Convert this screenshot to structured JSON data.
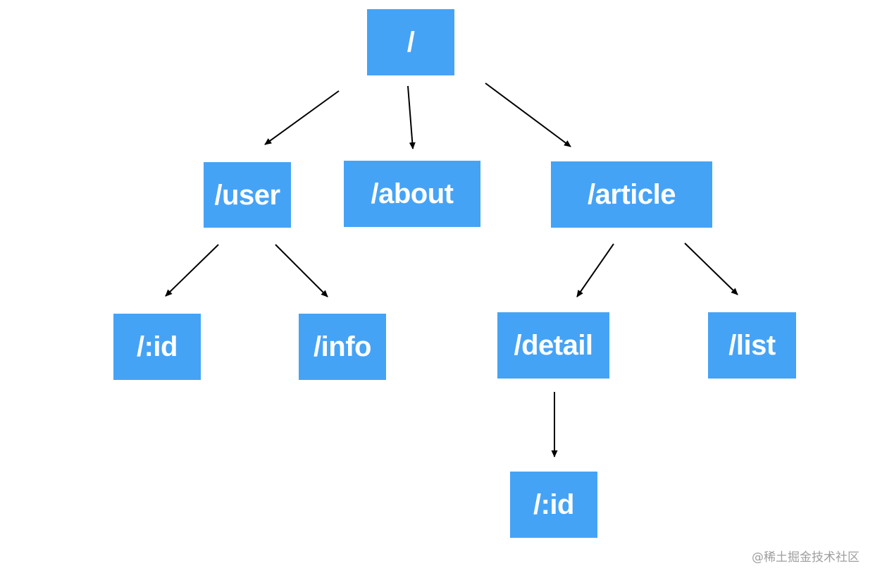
{
  "colors": {
    "node_fill": "#45a3f6",
    "node_text": "#ffffff",
    "arrow": "#000000",
    "watermark": "#9e9e9e"
  },
  "tree": {
    "root": "/",
    "level1": {
      "user": "/user",
      "about": "/about",
      "article": "/article"
    },
    "level2": {
      "user_id": "/:id",
      "user_info": "/info",
      "article_detail": "/detail",
      "article_list": "/list"
    },
    "level3": {
      "detail_id": "/:id"
    }
  },
  "watermark": "@稀土掘金技术社区"
}
